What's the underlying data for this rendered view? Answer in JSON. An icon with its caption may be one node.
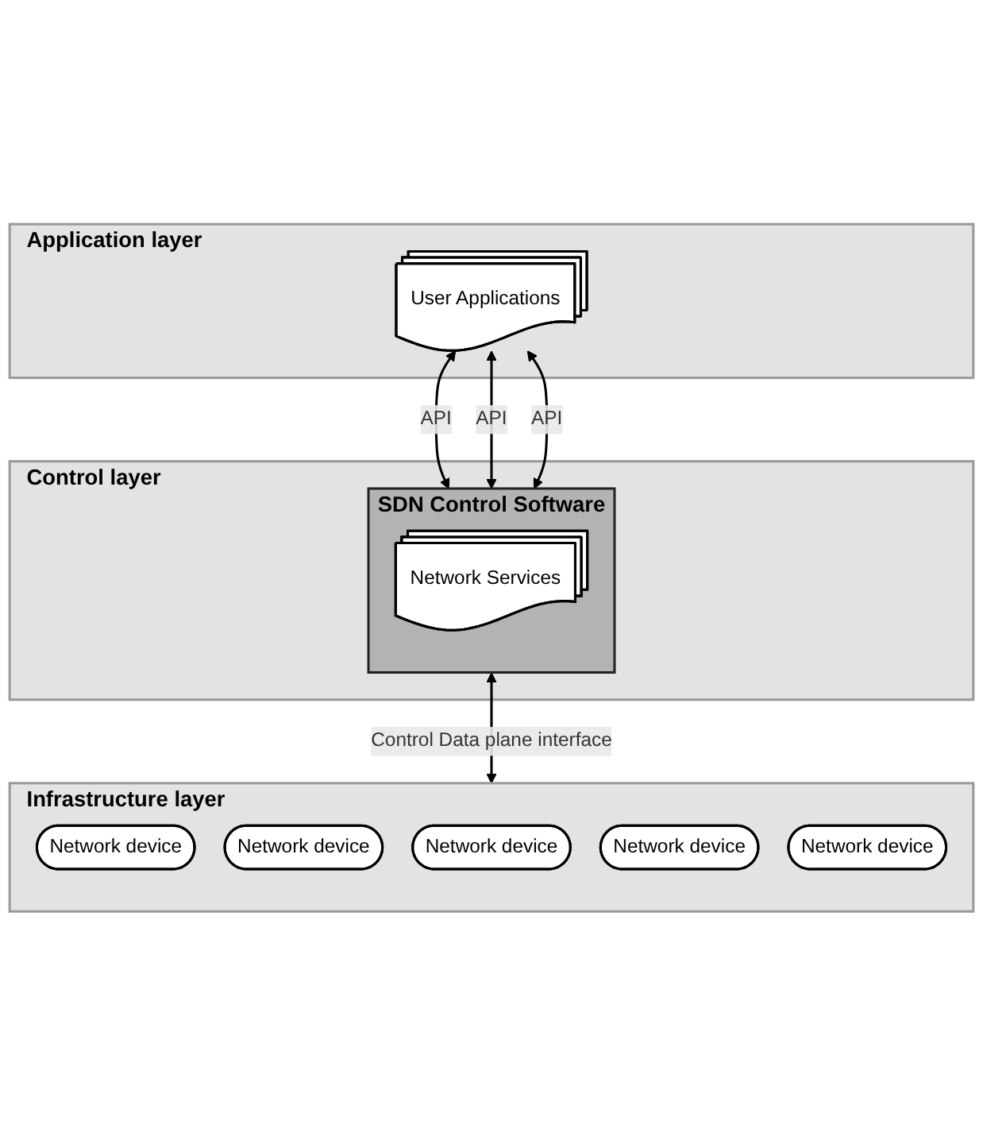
{
  "diagram": {
    "nodes": [
      {
        "text": [
          "Application layer"
        ]
      },
      {
        "text": [
          "User Applications"
        ],
        "in": 0
      },
      {
        "text": [
          "Control layer"
        ]
      },
      {
        "text": [
          "SDN Control Software"
        ],
        "in": 2
      },
      {
        "text": [
          "Network Services"
        ],
        "in": 3
      },
      {
        "text": [
          "Infrastructure layer"
        ]
      },
      {
        "text": [
          "Network device"
        ],
        "in": 5
      },
      {
        "text": [
          "Network device"
        ],
        "in": 5
      },
      {
        "text": [
          "Network device"
        ],
        "in": 5
      },
      {
        "text": [
          "Network device"
        ],
        "in": 5
      },
      {
        "text": [
          "Network device"
        ],
        "in": 5
      }
    ],
    "edges": [
      {
        "from": 1,
        "to": 3,
        "arrow": "both",
        "label": "API"
      },
      {
        "from": 1,
        "to": 3,
        "arrow": "both",
        "label": "API"
      },
      {
        "from": 1,
        "to": 3,
        "arrow": "both",
        "label": "API"
      },
      {
        "from": 3,
        "to": 5,
        "arrow": "both",
        "label": "Control Data plane interface"
      }
    ]
  }
}
